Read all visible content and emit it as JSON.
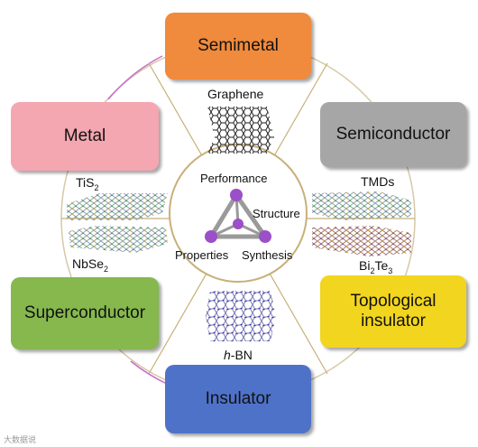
{
  "categories": {
    "top": {
      "label": "Semimetal",
      "color": "#F08A3C"
    },
    "top_right": {
      "label": "Semiconductor",
      "color": "#A6A6A6"
    },
    "bottom_right": {
      "label": "Topological insulator",
      "color": "#F2D51E"
    },
    "bottom": {
      "label": "Insulator",
      "color": "#4F72C9"
    },
    "bottom_left": {
      "label": "Superconductor",
      "color": "#86B84E"
    },
    "top_left": {
      "label": "Metal",
      "color": "#F4A6B1"
    }
  },
  "materials": {
    "graphene": "Graphene",
    "tmds": "TMDs",
    "bi": "Bi",
    "bi_sub": "2",
    "te": "Te",
    "te_sub": "3",
    "hbn_prefix": "h",
    "hbn_rest": "-BN",
    "nb": "NbSe",
    "nb_sub": "2",
    "ti": "TiS",
    "ti_sub": "2"
  },
  "tetrahedron": {
    "performance": "Performance",
    "structure": "Structure",
    "properties": "Properties",
    "synthesis": "Synthesis",
    "node_color": "#9B4FC8"
  },
  "ring_colors": {
    "top_arc": "#C86CC8",
    "bottom_arc": "#C86CC8",
    "lines": "#C8B07A"
  },
  "watermark": "大数据说"
}
